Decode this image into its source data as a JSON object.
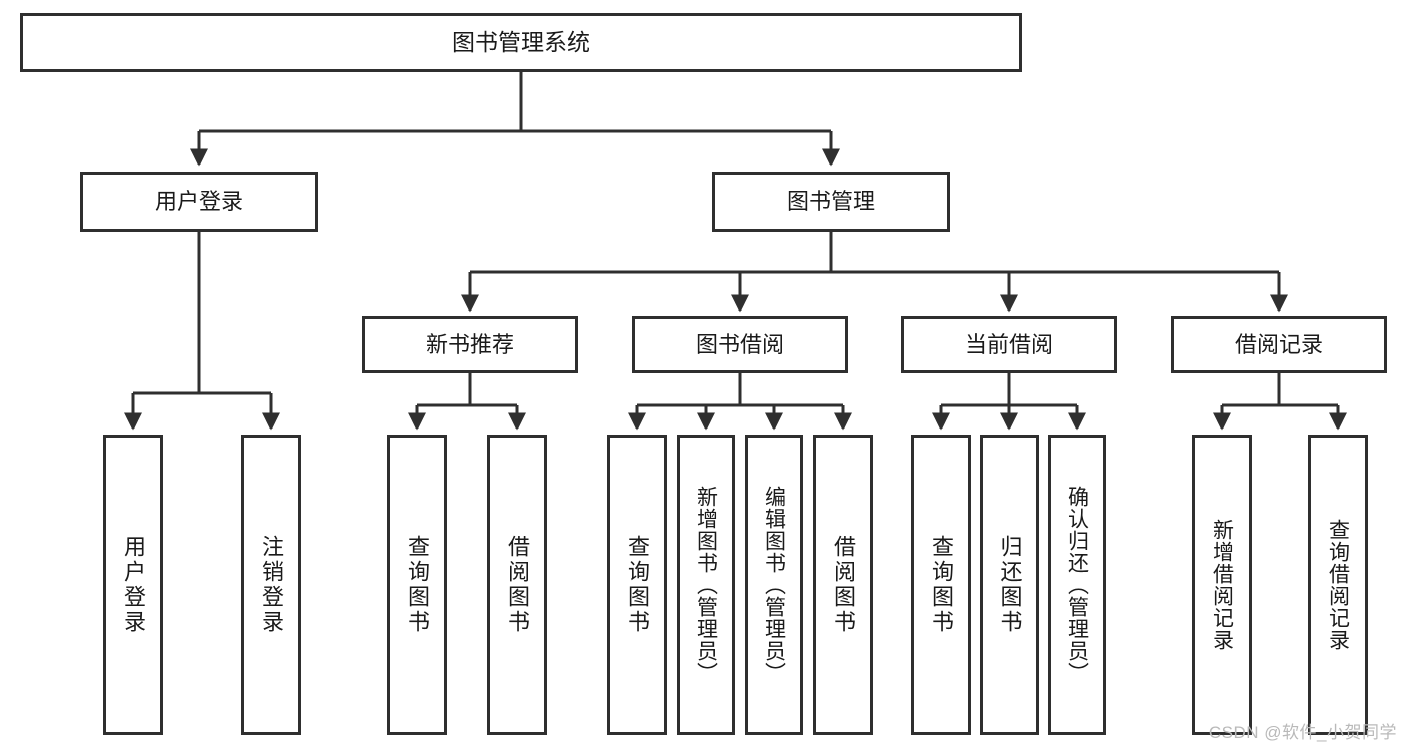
{
  "diagram": {
    "type": "tree",
    "title": "图书管理系统",
    "orientation": "top-down",
    "stroke_color": "#2f2f2f",
    "fill_color": "#ffffff",
    "text_color": "#1a1a1a",
    "levels": 4
  },
  "root": {
    "label": "图书管理系统"
  },
  "level1": [
    {
      "label": "用户登录"
    },
    {
      "label": "图书管理"
    }
  ],
  "level2": [
    {
      "label": "新书推荐"
    },
    {
      "label": "图书借阅"
    },
    {
      "label": "当前借阅"
    },
    {
      "label": "借阅记录"
    }
  ],
  "leaves": {
    "user_login": [
      {
        "label": "用户登录"
      },
      {
        "label": "注销登录"
      }
    ],
    "new_book_recommend": [
      {
        "label": "查询图书"
      },
      {
        "label": "借阅图书"
      }
    ],
    "book_borrow": [
      {
        "label": "查询图书"
      },
      {
        "label": "新增图书（管理员）"
      },
      {
        "label": "编辑图书（管理员）"
      },
      {
        "label": "借阅图书"
      }
    ],
    "current_borrow": [
      {
        "label": "查询图书"
      },
      {
        "label": "归还图书"
      },
      {
        "label": "确认归还（管理员）"
      }
    ],
    "borrow_record": [
      {
        "label": "新增借阅记录"
      },
      {
        "label": "查询借阅记录"
      }
    ]
  },
  "watermark": {
    "text": "CSDN @软件_小贺同学"
  }
}
